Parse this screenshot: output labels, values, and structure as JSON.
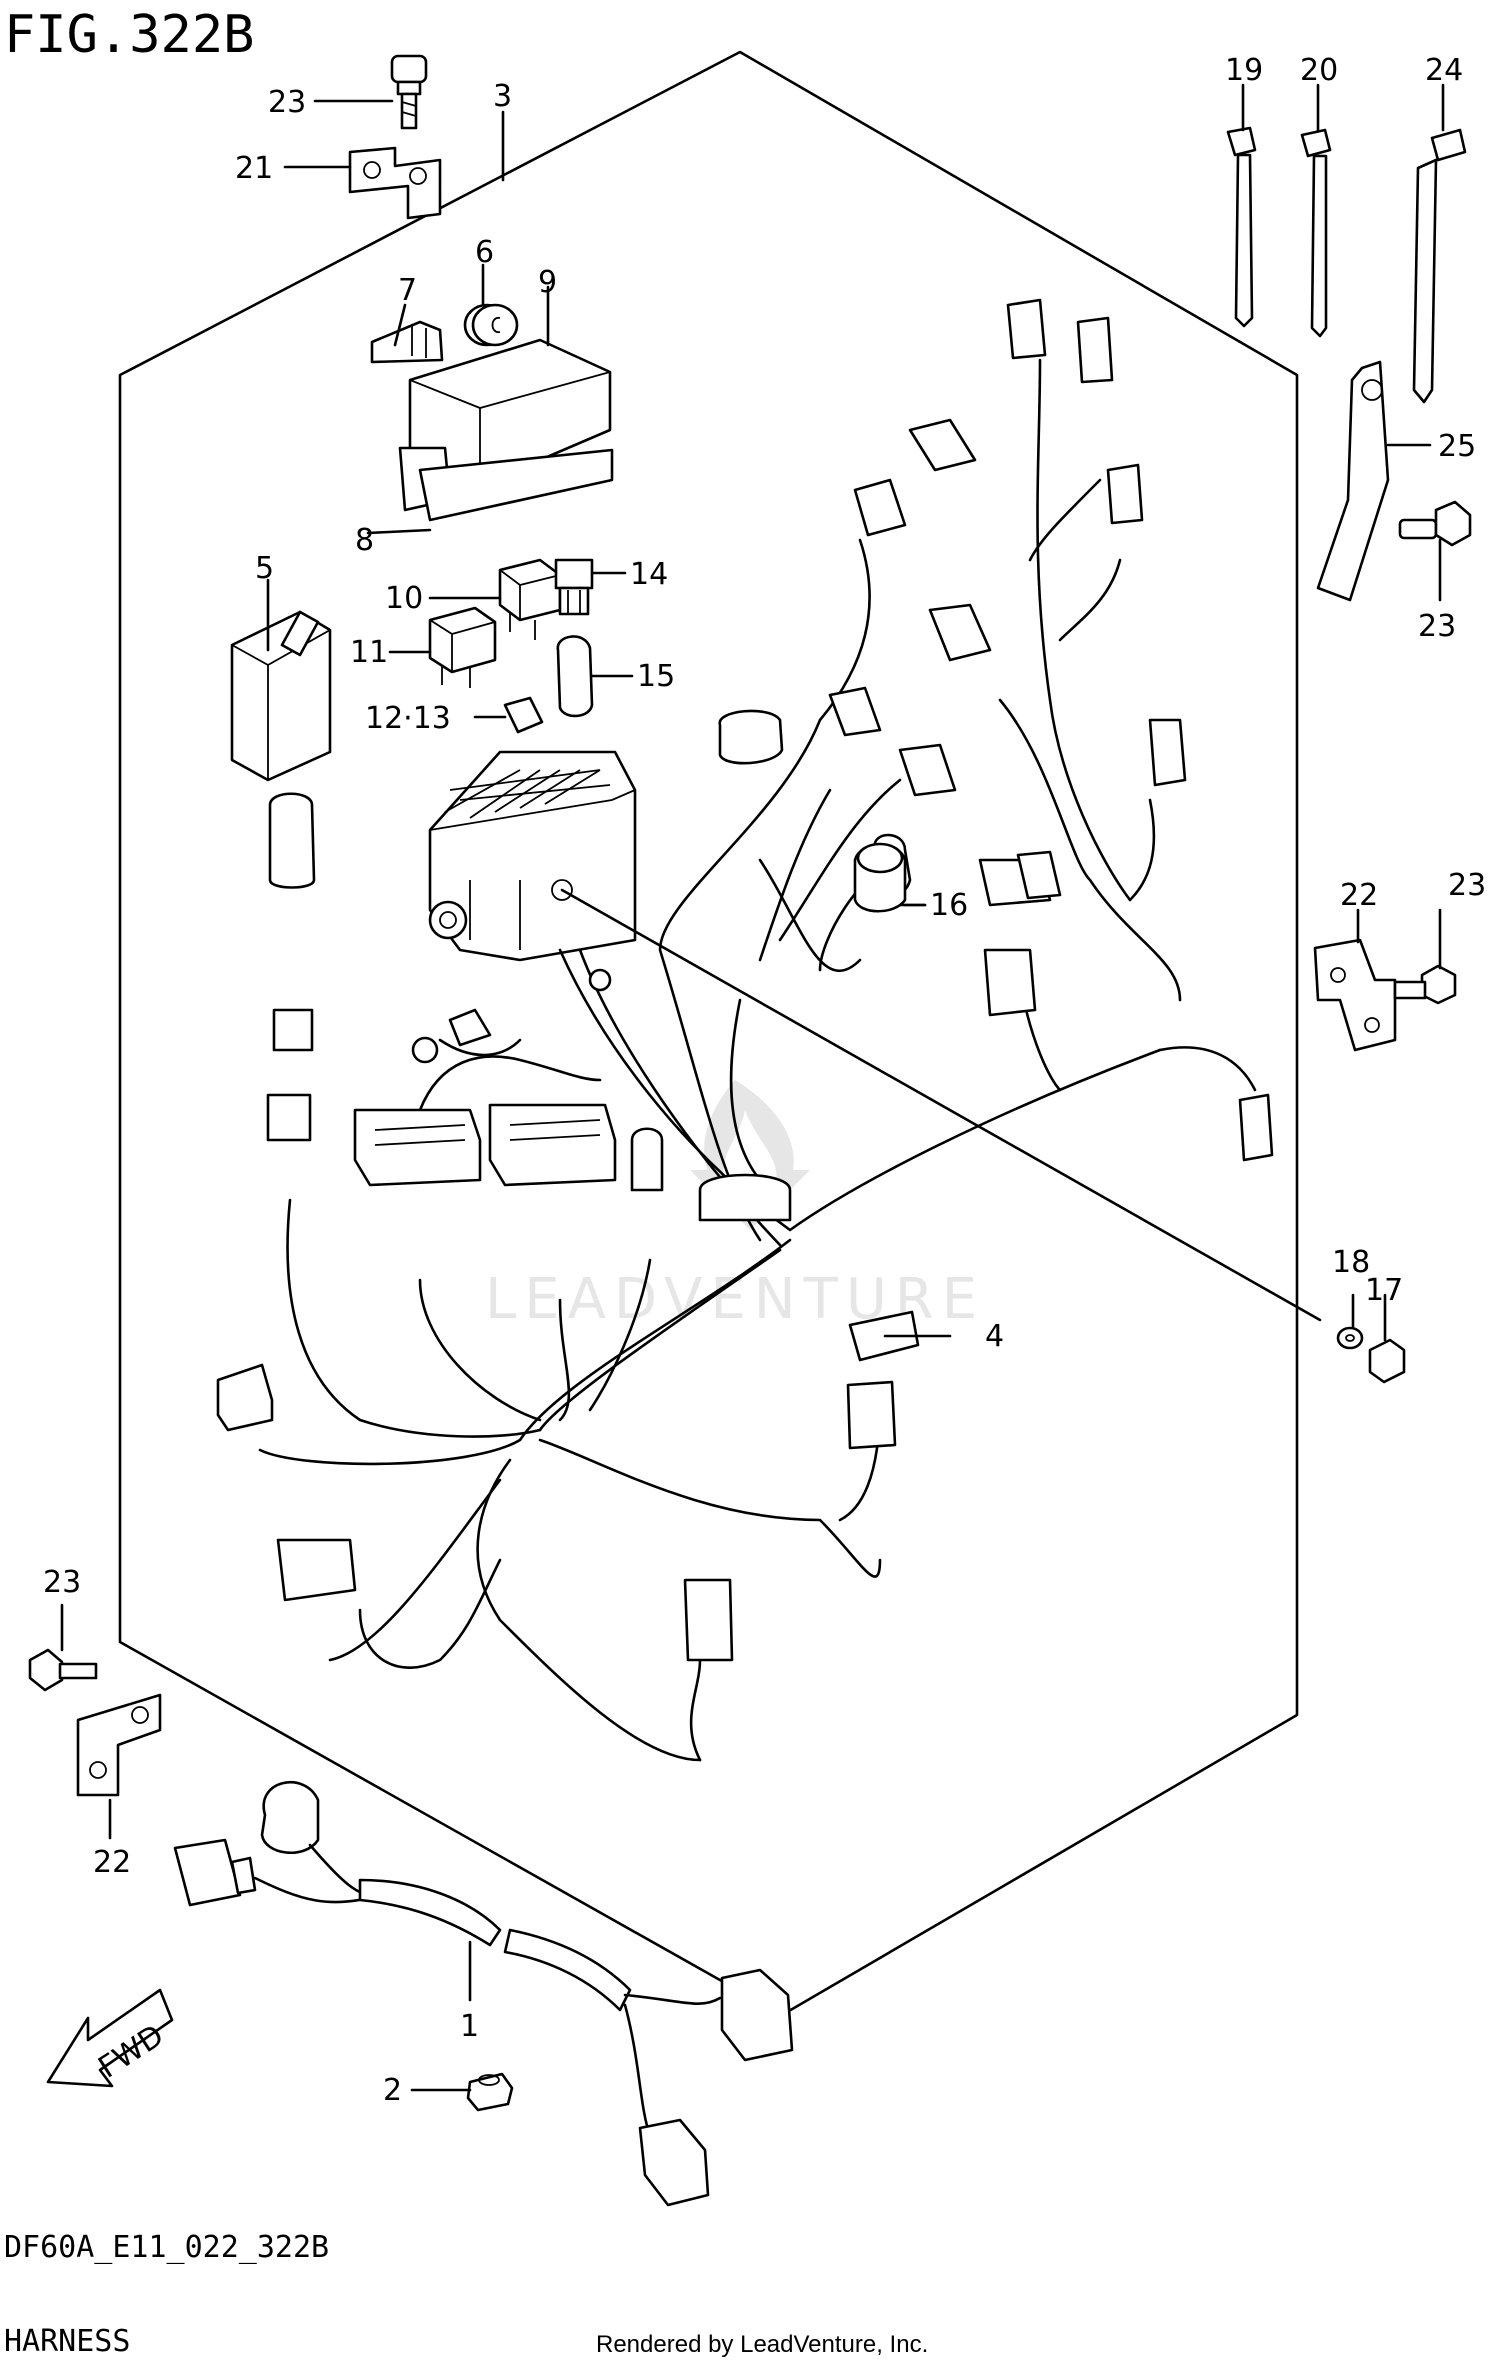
{
  "figure": {
    "title": "FIG.322B",
    "code": "DF60A_E11_022_322B",
    "name": "HARNESS",
    "rendered_by": "Rendered by LeadVenture, Inc.",
    "watermark": "LEADVENTURE",
    "fwd_label": "FWD"
  },
  "callouts": [
    "1",
    "2",
    "3",
    "4",
    "5",
    "6",
    "7",
    "8",
    "9",
    "10",
    "11",
    "12·13",
    "14",
    "15",
    "16",
    "17",
    "18",
    "19",
    "20",
    "21",
    "22",
    "22",
    "23",
    "23",
    "23",
    "23",
    "24",
    "25"
  ]
}
